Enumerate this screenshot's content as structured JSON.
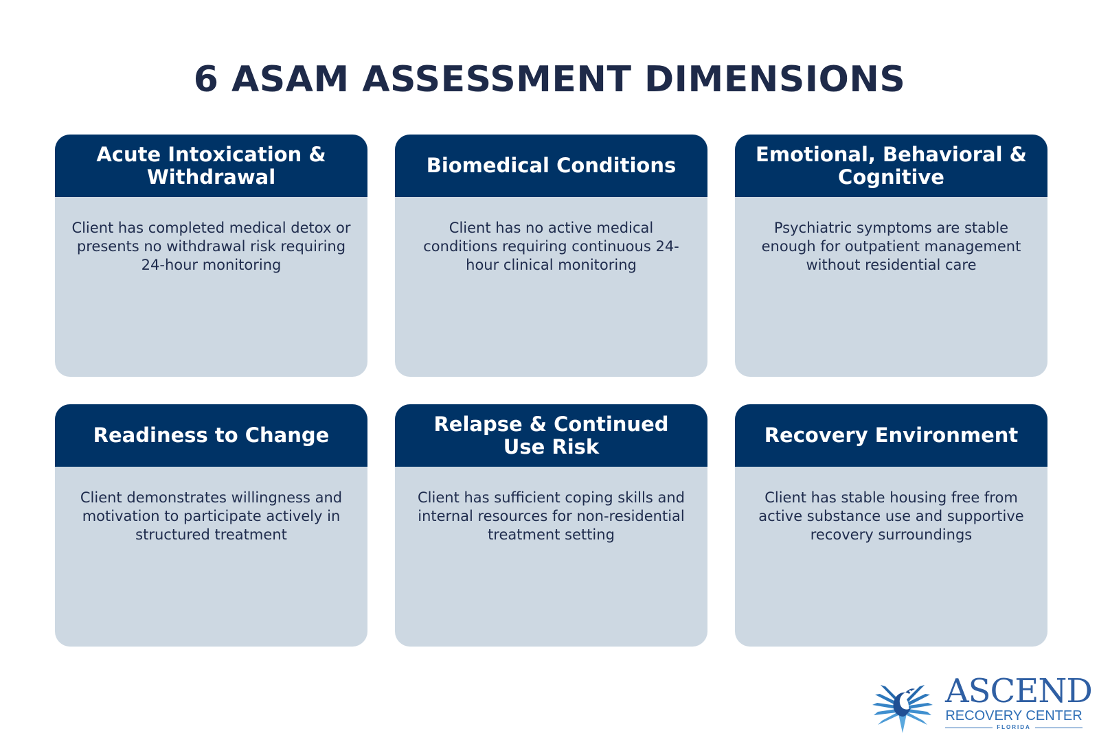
{
  "page": {
    "title": "6 ASAM ASSESSMENT DIMENSIONS"
  },
  "cards": [
    {
      "title": "Acute Intoxication & Withdrawal",
      "text": "Client has completed medical detox or presents no withdrawal risk requiring 24-hour monitoring"
    },
    {
      "title": "Biomedical Conditions",
      "text": "Client has no active medical conditions requiring continuous 24-hour clinical monitoring"
    },
    {
      "title": "Emotional, Behavioral & Cognitive",
      "text": "Psychiatric symptoms are stable enough for outpatient management without residential care"
    },
    {
      "title": "Readiness to Change",
      "text": "Client demonstrates willingness and motivation to participate actively in structured treatment"
    },
    {
      "title": "Relapse & Continued Use Risk",
      "text": "Client has sufficient coping skills and internal resources for non-residential treatment setting"
    },
    {
      "title": "Recovery Environment",
      "text": "Client has stable housing free from active substance use and supportive recovery surroundings"
    }
  ],
  "logo": {
    "name": "ASCEND",
    "subtitle": "RECOVERY CENTER",
    "state": "FLORIDA",
    "icon": "phoenix-icon"
  },
  "colors": {
    "header_bg": "#003366",
    "card_bg": "#cdd8e2",
    "title_text": "#1e2a49",
    "logo_blue": "#2f5fa3"
  }
}
